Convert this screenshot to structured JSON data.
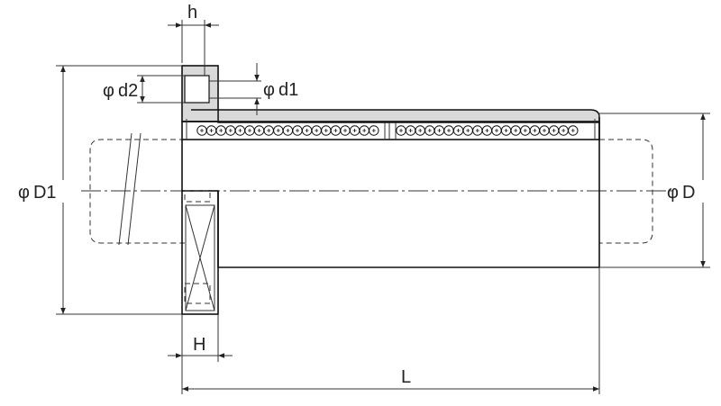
{
  "dimension_labels": {
    "h": "h",
    "d2": "d2",
    "d1": "d1",
    "D1": "D1",
    "D": "D",
    "H": "H",
    "L": "L"
  },
  "diameter_symbol": "φ",
  "colors": {
    "housing_fill": "#d9d9d9",
    "line": "#111111",
    "ball_fill": "#ffffff"
  }
}
